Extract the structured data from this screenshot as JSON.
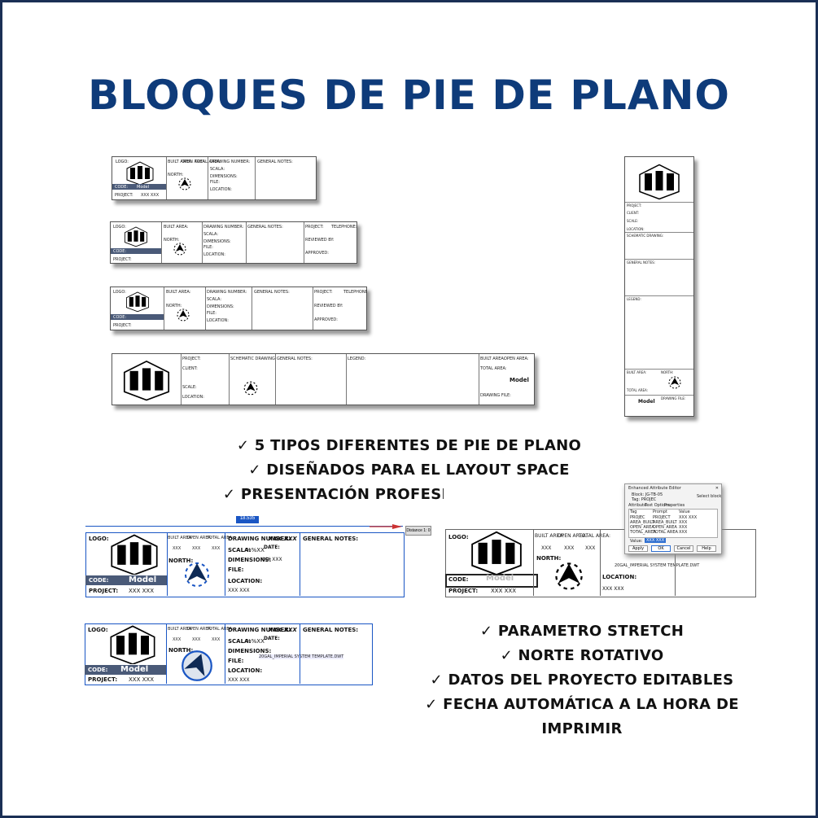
{
  "title": "BLOQUES DE PIE DE PLANO",
  "features_top": [
    "✓ 5 TIPOS DIFERENTES DE PIE DE PLANO",
    "✓ DISEÑADOS PARA EL LAYOUT SPACE",
    "✓ PRESENTACIÓN PROFESIONAL DE PLANOS"
  ],
  "features_bottom": [
    "✓ PARAMETRO STRETCH",
    "✓ NORTE ROTATIVO",
    "✓ DATOS DEL PROYECTO EDITABLES",
    "✓ FECHA AUTOMÁTICA A LA HORA DE",
    "IMPRIMIR"
  ],
  "block": {
    "logo": "LOGO:",
    "built_area": "BUILT AREA:",
    "open_area": "OPEN AREA:",
    "total_area": "TOTAL AREA:",
    "xxx": "XXX",
    "north": "NORTH:",
    "code": "CODE:",
    "model": "Model",
    "project": "PROJECT:",
    "project_val": "XXX XXX",
    "drawing_number": "DRAWING NUMBER:",
    "drawing_number_val": "XXX XXX",
    "scala": "SCALA:",
    "scala_val": "%%XX",
    "date": "DATE:",
    "dimensions": "DIMENSIONS:",
    "dimensions_val": "XXX XXX",
    "file": "FILE:",
    "file_val": "20GAL_IMPERIAL SYSTEM TEMPLATE.DWT",
    "location": "LOCATION:",
    "location_val": "XXX XXX",
    "general_notes": "GENERAL NOTES:",
    "telephone": "TELEPHONE:",
    "reviewed_by": "REVIEWED BY:",
    "approved": "APPROVED:",
    "project_caps": "PROJECT:",
    "client": "CLIENT:",
    "scale": "SCALE:",
    "location_caps": "LOCATION:",
    "schematic_drawing": "SCHEMATIC DRAWING:",
    "legend": "LEGEND:",
    "drawing_file": "DRAWING FILE:"
  },
  "cad": {
    "stretch_value": "18.535",
    "distance_label": "Distance 1: 0"
  },
  "dialog": {
    "title": "Enhanced Attribute Editor",
    "block": "Block: JG-TB-05",
    "tag": "Tag: PROJEC",
    "select_block": "Select block",
    "tabs": [
      "Attribute",
      "Text Options",
      "Properties"
    ],
    "columns": [
      "Tag",
      "Prompt",
      "Value"
    ],
    "rows": [
      [
        "PROJEC",
        "PROJECT",
        "XXX XXX"
      ],
      [
        "AREA_BUILT",
        "AREA_BUILT",
        "XXX"
      ],
      [
        "OPEN_AREA",
        "OPEN_AREA",
        "XXX"
      ],
      [
        "TOTAL_AREA",
        "TOTAL AREA",
        "XXX"
      ]
    ],
    "value_label": "Value:",
    "value": "XXX XXX",
    "buttons": [
      "Apply",
      "OK",
      "Cancel",
      "Help"
    ]
  },
  "colors": {
    "title": "#0e3b7a",
    "frame": "#1b2f55",
    "code_bar": "#4a5a78",
    "cad_blue": "#1a56c4"
  }
}
